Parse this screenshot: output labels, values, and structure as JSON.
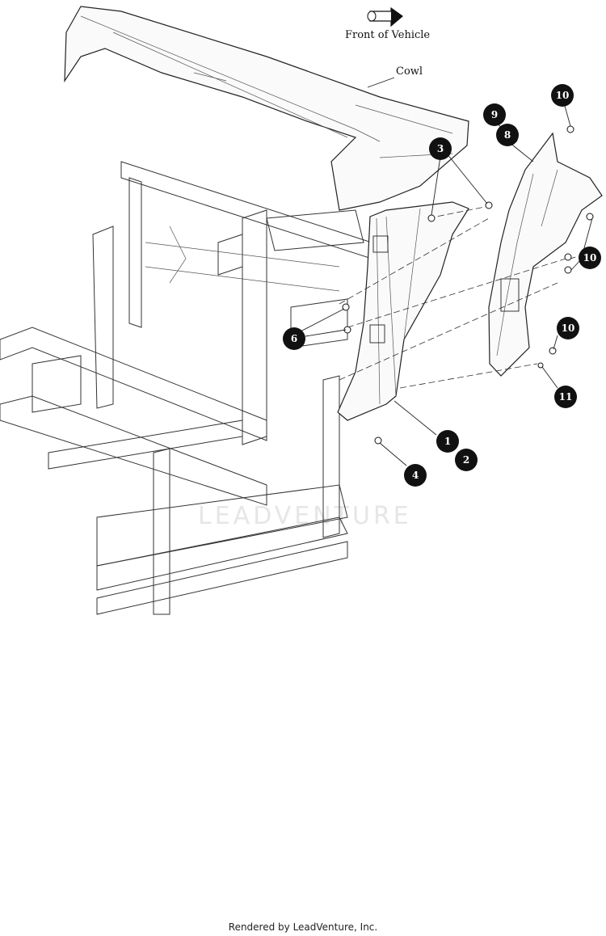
{
  "diagram": {
    "front_label": "Front of Vehicle",
    "cowl_label": "Cowl",
    "watermark": "LEADVENTURE",
    "callouts": [
      "1",
      "2",
      "3",
      "4",
      "6",
      "8",
      "9",
      "10",
      "10",
      "10",
      "11"
    ]
  },
  "footer": {
    "text": "Rendered by LeadVenture, Inc."
  }
}
